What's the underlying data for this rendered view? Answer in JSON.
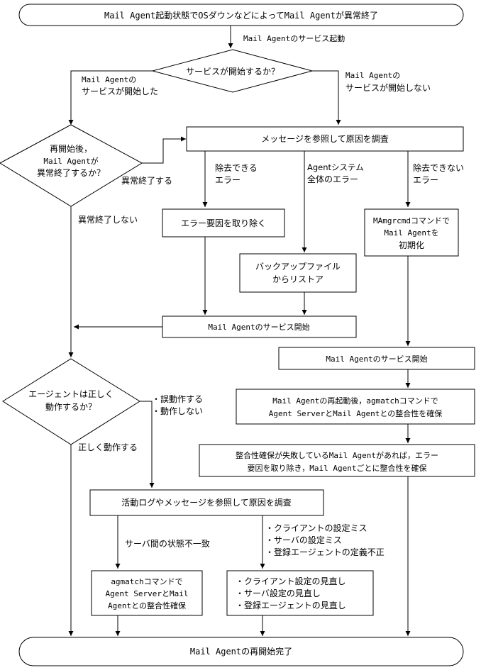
{
  "nodes": {
    "start": "Mail Agent起動状態でOSダウンなどによってMail Agentが異常終了",
    "decision_service": "サービスが開始するか？",
    "decision_restart": [
      "再開始後，",
      "Mail Agentが",
      "異常終了するか？"
    ],
    "check_message": "メッセージを参照して原因を調査",
    "remove_error": "エラー要因を取り除く",
    "restore_backup": [
      "バックアップファイル",
      "からリストア"
    ],
    "mamgrcmd_init": [
      "MAmgrcmdコマンドで",
      "Mail Agentを",
      "初期化"
    ],
    "service_start_left": "Mail Agentのサービス開始",
    "service_start_right": "Mail Agentのサービス開始",
    "agmatch_after_restart": [
      "Mail Agentの再起動後，agmatchコマンドで",
      "Agent ServerとMail Agentとの整合性を確保"
    ],
    "consistency_failed": [
      "整合性確保が失敗しているMail Agentがあれば，エラー",
      "要因を取り除き，Mail Agentごとに整合性を確保"
    ],
    "decision_agent_ok": [
      "エージェントは正しく",
      "動作するか？"
    ],
    "check_logs": "活動ログやメッセージを参照して原因を調査",
    "agmatch_box": [
      "agmatchコマンドで",
      "Agent ServerとMail",
      "Agentとの整合性確保"
    ],
    "review_box": [
      "・クライアント設定の見直し",
      "・サーバ設定の見直し",
      "・登録エージェントの見直し"
    ],
    "end": "Mail Agentの再開始完了"
  },
  "edge_labels": {
    "start_service": "Mail Agentのサービス起動",
    "service_started": [
      "Mail Agentの",
      "サービスが開始した"
    ],
    "service_not_started": [
      "Mail Agentの",
      "サービスが開始しない"
    ],
    "abnormal_end": "異常終了する",
    "no_abnormal_end": "異常終了しない",
    "removable_error": [
      "除去できる",
      "エラー"
    ],
    "agent_system_error": [
      "Agentシステム",
      "全体のエラー"
    ],
    "unremovable_error": [
      "除去できない",
      "エラー"
    ],
    "malfunction": [
      "・誤動作する",
      "・動作しない"
    ],
    "works_correctly": "正しく動作する",
    "server_state_mismatch": "サーバ間の状態不一致",
    "config_errors": [
      "・クライアントの設定ミス",
      "・サーバの設定ミス",
      "・登録エージェントの定義不正"
    ]
  }
}
